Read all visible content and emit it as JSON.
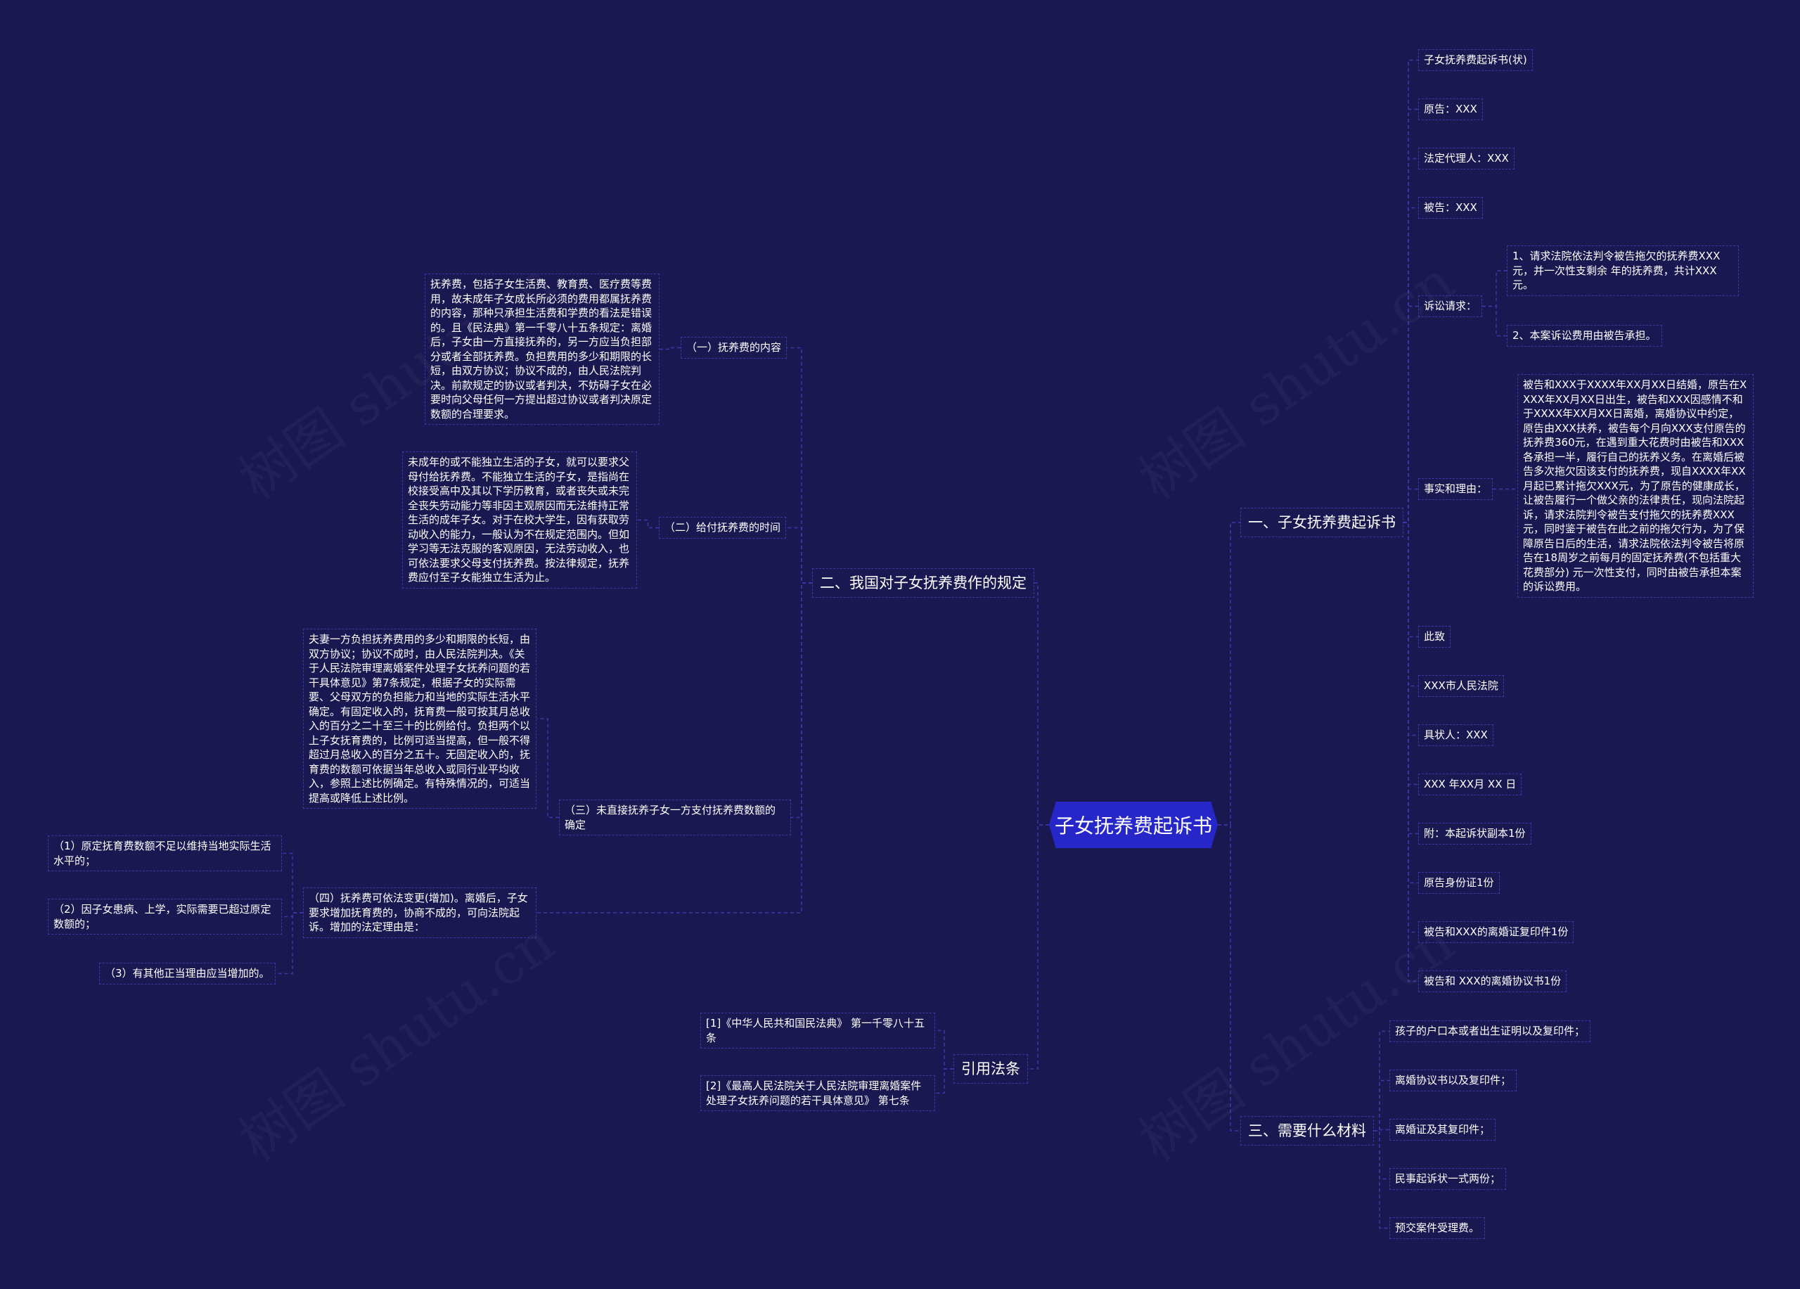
{
  "root": {
    "title": "子女抚养费起诉书"
  },
  "branch1": {
    "label": "一、子女抚养费起诉书",
    "items": [
      "子女抚养费起诉书(状)",
      "原告：XXX",
      "法定代理人：XXX",
      "被告：XXX",
      "诉讼请求：",
      "事实和理由：",
      "此致",
      "XXX市人民法院",
      "具状人：XXX",
      "XXX 年XX月 XX 日",
      "附：本起诉状副本1份",
      "原告身份证1份",
      "被告和XXX的离婚证复印件1份",
      "被告和 XXX的离婚协议书1份"
    ],
    "claims": [
      "1、请求法院依法判令被告拖欠的抚养费XXX元，并一次性支剩余 年的抚养费，共计XXX元。",
      "2、本案诉讼费用由被告承担。"
    ],
    "facts": "被告和XXX于XXXX年XX月XX日结婚，原告在XXXX年XX月XX日出生，被告和XXX因感情不和于XXXX年XX月XX日离婚，离婚协议中约定，原告由XXX扶养，被告每个月向XXX支付原告的抚养费360元，在遇到重大花费时由被告和XXX各承担一半，履行自己的抚养义务。在离婚后被告多次拖欠因该支付的抚养费，现自XXXX年XX月起已累计拖欠XXX元，为了原告的健康成长，让被告履行一个做父亲的法律责任，现向法院起诉，请求法院判令被告支付拖欠的抚养费XXX元，同时鉴于被告在此之前的拖欠行为，为了保障原告日后的生活，请求法院依法判令被告将原告在18周岁之前每月的固定抚养费(不包括重大花费部分) 元一次性支付，同时由被告承担本案的诉讼费用。"
  },
  "branch2": {
    "label": "二、我国对子女抚养费作的规定",
    "subs": [
      {
        "label": "（一）抚养费的内容",
        "text": "抚养费，包括子女生活费、教育费、医疗费等费用，故未成年子女成长所必须的费用都属抚养费的内容，那种只承担生活费和学费的看法是错误的。且《民法典》第一千零八十五条规定：离婚后，子女由一方直接抚养的，另一方应当负担部分或者全部抚养费。负担费用的多少和期限的长短，由双方协议；协议不成的，由人民法院判决。前款规定的协议或者判决，不妨碍子女在必要时向父母任何一方提出超过协议或者判决原定数额的合理要求。"
      },
      {
        "label": "（二）给付抚养费的时间",
        "text": "未成年的或不能独立生活的子女，就可以要求父母付给抚养费。不能独立生活的子女，是指尚在校接受高中及其以下学历教育，或者丧失或未完全丧失劳动能力等非因主观原因而无法维持正常生活的成年子女。对于在校大学生，因有获取劳动收入的能力，一般认为不在规定范围内。但如学习等无法克服的客观原因，无法劳动收入，也可依法要求父母支付抚养费。按法律规定，抚养费应付至子女能独立生活为止。"
      },
      {
        "label": "（三）未直接抚养子女一方支付抚养费数额的确定",
        "text": "夫妻一方负担抚养费用的多少和期限的长短，由双方协议；协议不成时，由人民法院判决。《关于人民法院审理离婚案件处理子女抚养问题的若干具体意见》第7条规定，根据子女的实际需要、父母双方的负担能力和当地的实际生活水平确定。有固定收入的，抚育费一般可按其月总收入的百分之二十至三十的比例给付。负担两个以上子女抚育费的，比例可适当提高，但一般不得超过月总收入的百分之五十。无固定收入的，抚育费的数额可依据当年总收入或同行业平均收入，参照上述比例确定。有特殊情况的，可适当提高或降低上述比例。"
      },
      {
        "label": "（四）抚养费可依法变更(增加)。离婚后，子女要求增加抚育费的，协商不成的，可向法院起诉。增加的法定理由是：",
        "reasons": [
          "（1）原定抚育费数额不足以维持当地实际生活水平的；",
          "（2）因子女患病、上学，实际需要已超过原定数额的；",
          "（3）有其他正当理由应当增加的。"
        ]
      }
    ]
  },
  "branch3": {
    "label": "三、需要什么材料",
    "items": [
      "孩子的户口本或者出生证明以及复印件；",
      "离婚协议书以及复印件；",
      "离婚证及其复印件；",
      "民事起诉状一式两份；",
      "预交案件受理费。"
    ]
  },
  "branch4": {
    "label": "引用法条",
    "items": [
      "[1]《中华人民共和国民法典》 第一千零八十五条",
      "[2]《最高人民法院关于人民法院审理离婚案件处理子女抚养问题的若干具体意见》 第七条"
    ]
  },
  "watermark": "树图 shutu.cn",
  "colors": {
    "background": "#1a1850",
    "root": "#2727c9",
    "line": "#3a38a8",
    "text": "#ffffff"
  }
}
